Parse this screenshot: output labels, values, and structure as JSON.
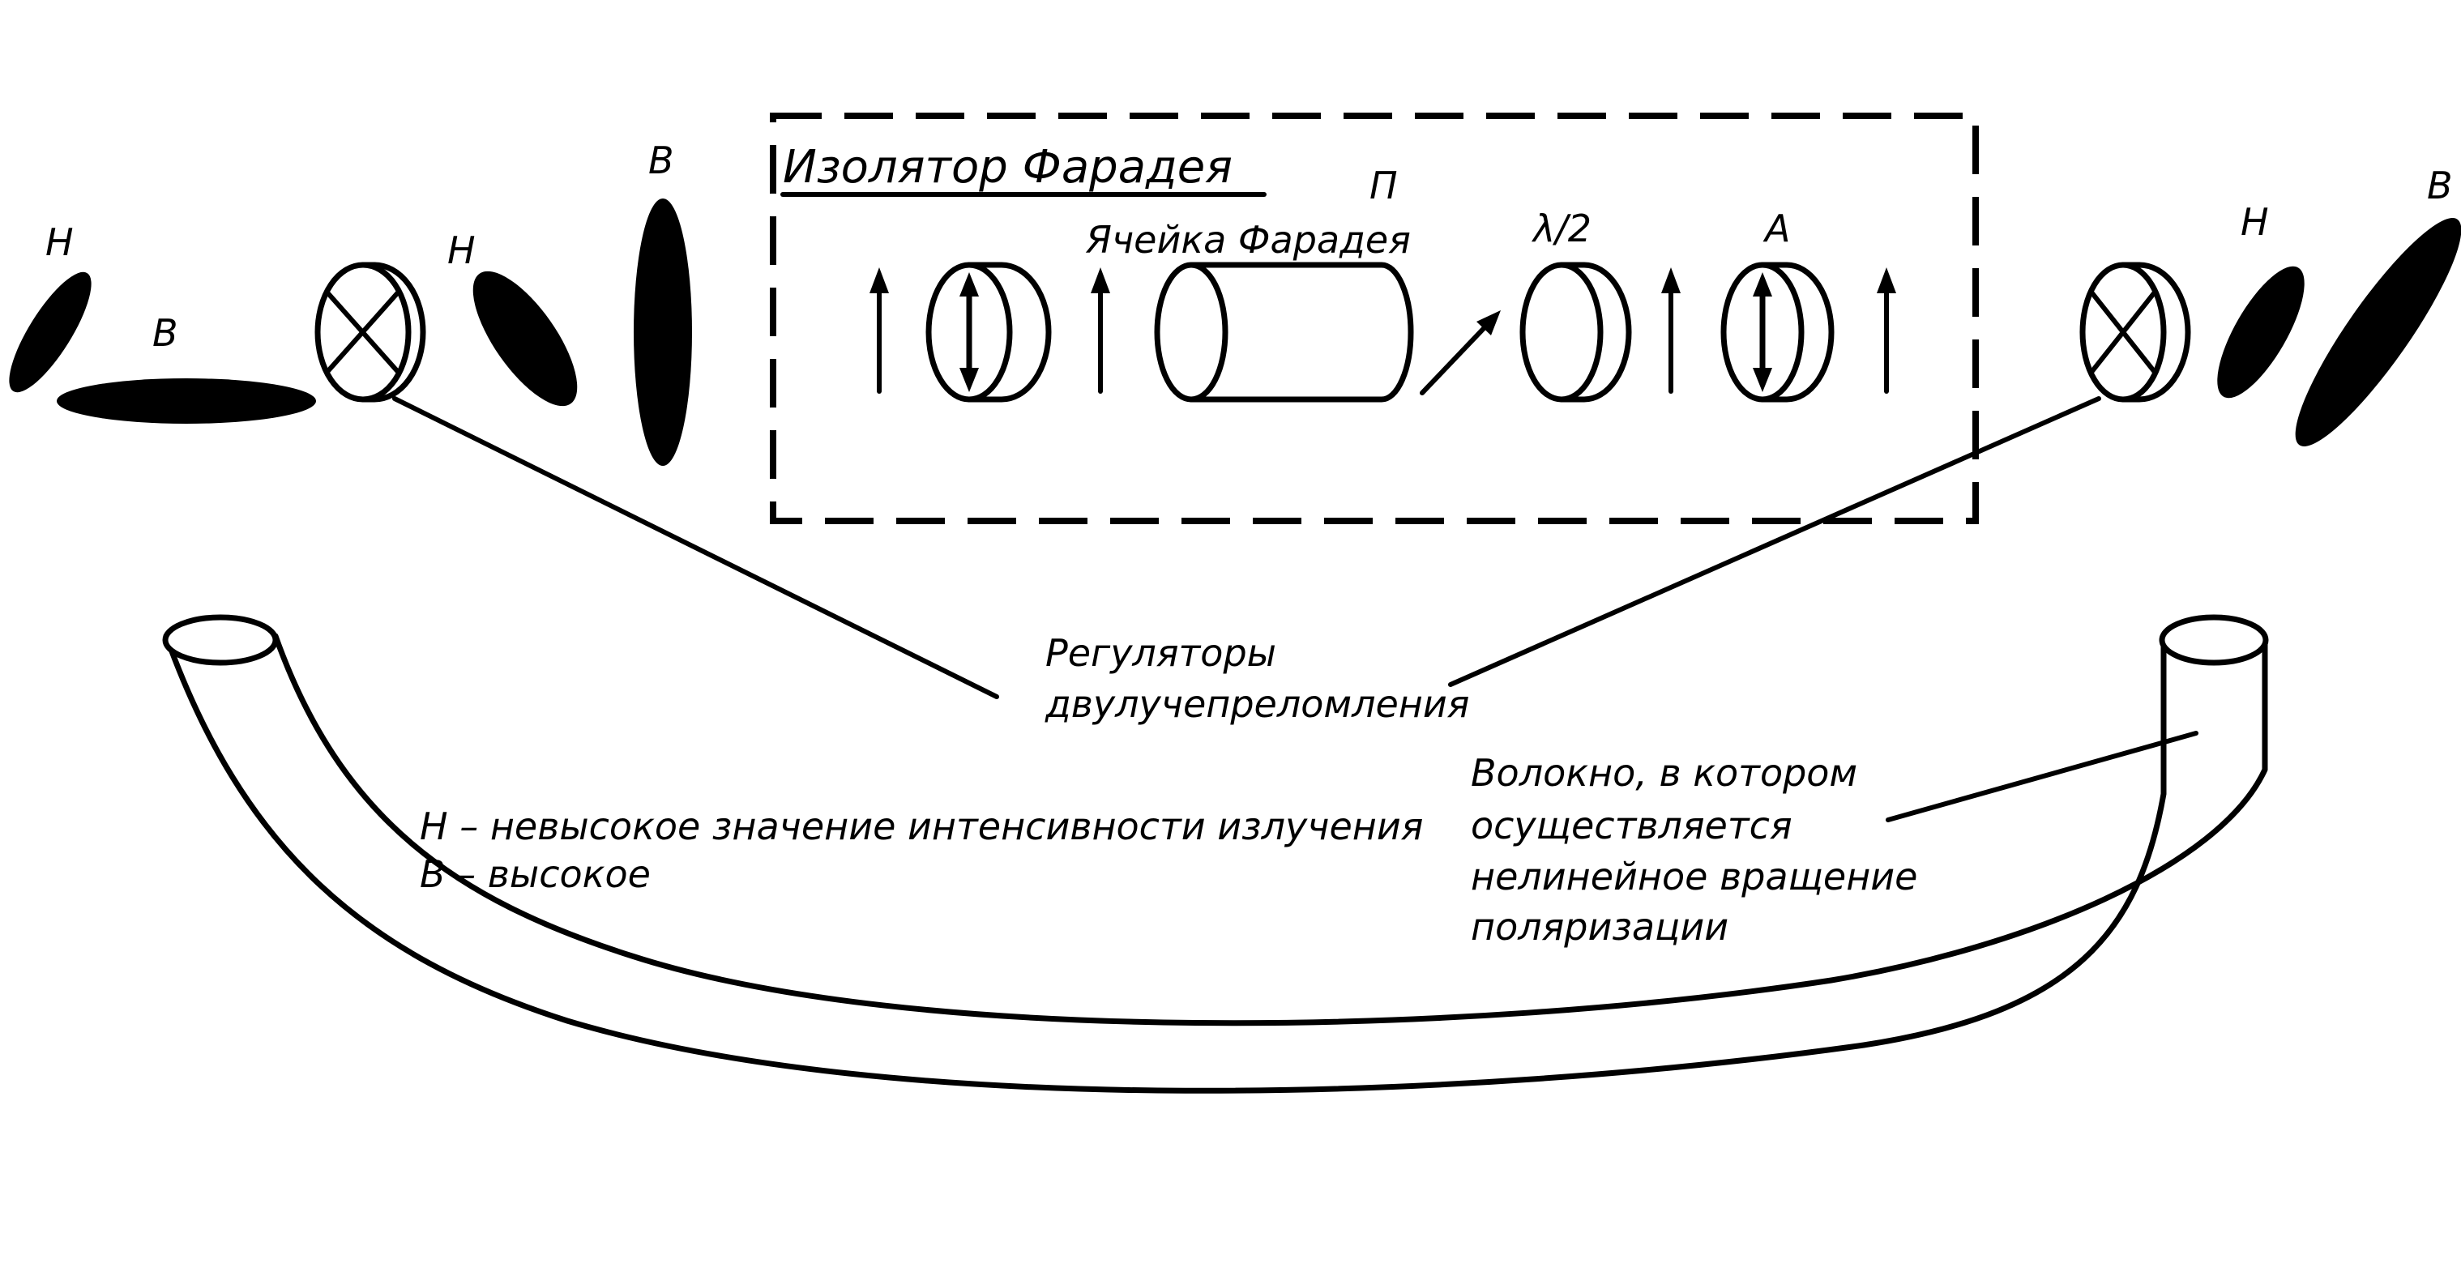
{
  "labels": {
    "left_h1": "Н",
    "left_b1": "В",
    "left_h2": "Н",
    "left_b2": "В",
    "right_h": "Н",
    "right_b": "В",
    "isolator_title": "Изолятор Фарадея",
    "polarizer": "П",
    "faraday_cell": "Ячейка Фарадея",
    "half_wave": "λ/2",
    "analyzer": "А",
    "regulators_line1": "Регуляторы",
    "regulators_line2": "двулучепреломления",
    "legend_line1": "Н – невысокое значение интенсивности излучения",
    "legend_line2": "В – высокое",
    "fiber_line1": "Волокно, в котором",
    "fiber_line2": "осуществляется",
    "fiber_line3": "нелинейное вращение",
    "fiber_line4": "поляризации"
  },
  "colors": {
    "ink": "#000000",
    "paper": "#ffffff"
  }
}
